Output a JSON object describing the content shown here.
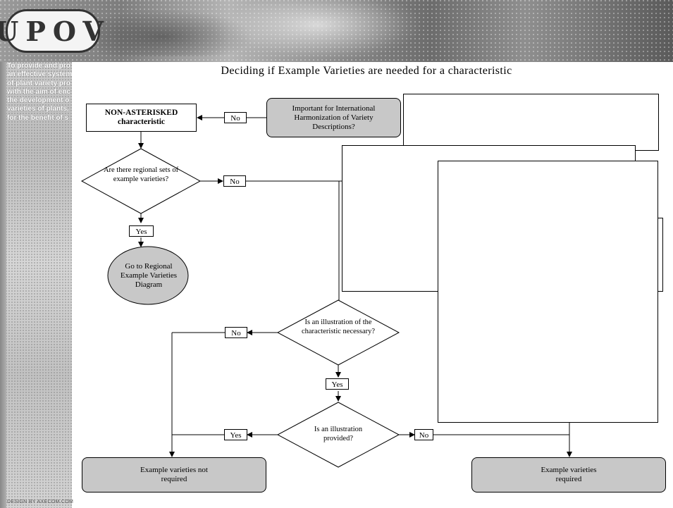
{
  "logo": {
    "text": "UPOV"
  },
  "sidebar": {
    "tagline": [
      "To provide and pro",
      "an effective system",
      "of plant variety pro",
      "with the aim of enc",
      "the development o",
      "varieties of plants,",
      "for the benefit of s"
    ],
    "credit": "DESIGN BY AXECOM.COM"
  },
  "diagram": {
    "title": "Deciding if Example Varieties are needed for a characteristic",
    "nodes": {
      "important": "Important for International Harmonization of Variety Descriptions?",
      "non_asterisked_line1": "NON-ASTERISKED",
      "non_asterisked_line2": "characteristic",
      "regional_q": "Are there regional sets of example varieties?",
      "goto_regional": "Go to Regional Example Varieties Diagram",
      "illustration_necessary": "Is an illustration of the characteristic necessary?",
      "illustration_provided": "Is an illustration provided?",
      "not_required": "Example varieties not required",
      "required": "Example varieties required"
    },
    "labels": {
      "no_top": "No",
      "no_regional": "No",
      "yes_regional": "Yes",
      "no_necessary": "No",
      "yes_necessary": "Yes",
      "yes_provided": "Yes",
      "no_provided": "No"
    }
  }
}
